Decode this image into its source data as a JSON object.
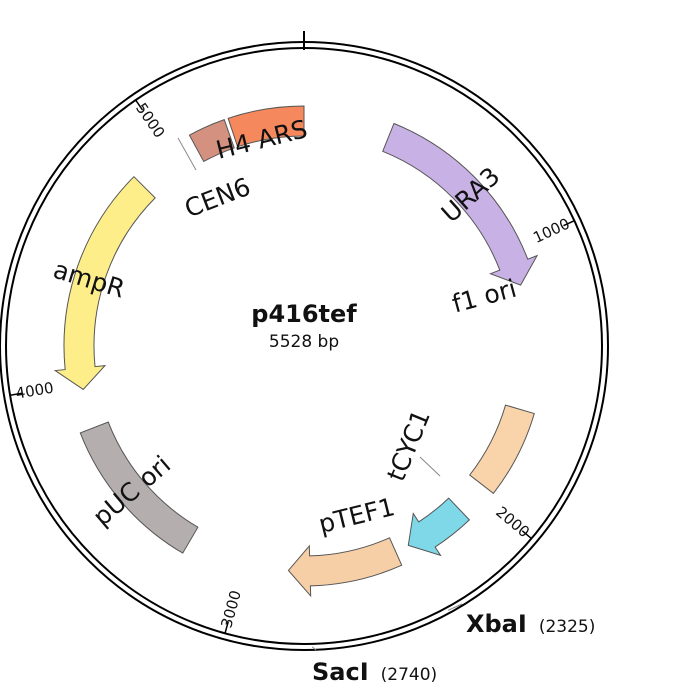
{
  "plasmid": {
    "name": "p416tef",
    "length_label": "5528 bp",
    "length_bp": 5528
  },
  "features": [
    {
      "id": "ura3",
      "label": "URA3",
      "start": 338,
      "end": 1141,
      "color": "#c8b1e4",
      "arrow": true,
      "dir": 1
    },
    {
      "id": "f1-ori",
      "label": "f1 ori",
      "start": 1633,
      "end": 1964,
      "color": "#f9d3a9",
      "arrow": false,
      "dir": 1
    },
    {
      "id": "tcyc1",
      "label": "tCYC1",
      "start": 2095,
      "end": 2340,
      "color": "#7ed8e8",
      "arrow": true,
      "dir": 1
    },
    {
      "id": "ptef1",
      "label": "pTEF1",
      "start": 2395,
      "end": 2825,
      "color": "#f7cfa6",
      "arrow": true,
      "dir": 1
    },
    {
      "id": "puc-ori",
      "label": "pUC ori",
      "start": 3230,
      "end": 3820,
      "color": "#b5aeae",
      "arrow": false,
      "dir": 1
    },
    {
      "id": "ampr",
      "label": "ampR",
      "start": 3975,
      "end": 4835,
      "color": "#fdee8a",
      "arrow": true,
      "dir": -1
    },
    {
      "id": "cen6",
      "label": "CEN6",
      "start": 5090,
      "end": 5230,
      "color": "#d4917f",
      "arrow": false,
      "dir": 1
    },
    {
      "id": "h4-ars",
      "label": "H4 ARS",
      "start": 5245,
      "end": 5528,
      "color": "#f5895d",
      "arrow": false,
      "dir": 1
    }
  ],
  "ticks": [
    {
      "pos": 1000,
      "label": "1000"
    },
    {
      "pos": 2000,
      "label": "2000"
    },
    {
      "pos": 3000,
      "label": "3000"
    },
    {
      "pos": 4000,
      "label": "4000"
    },
    {
      "pos": 5000,
      "label": "5000"
    }
  ],
  "sites": [
    {
      "id": "xbai",
      "name": "XbaI",
      "position": 2325,
      "pos_label": "(2325)"
    },
    {
      "id": "saci",
      "name": "SacI",
      "position": 2740,
      "pos_label": "(2740)"
    }
  ]
}
